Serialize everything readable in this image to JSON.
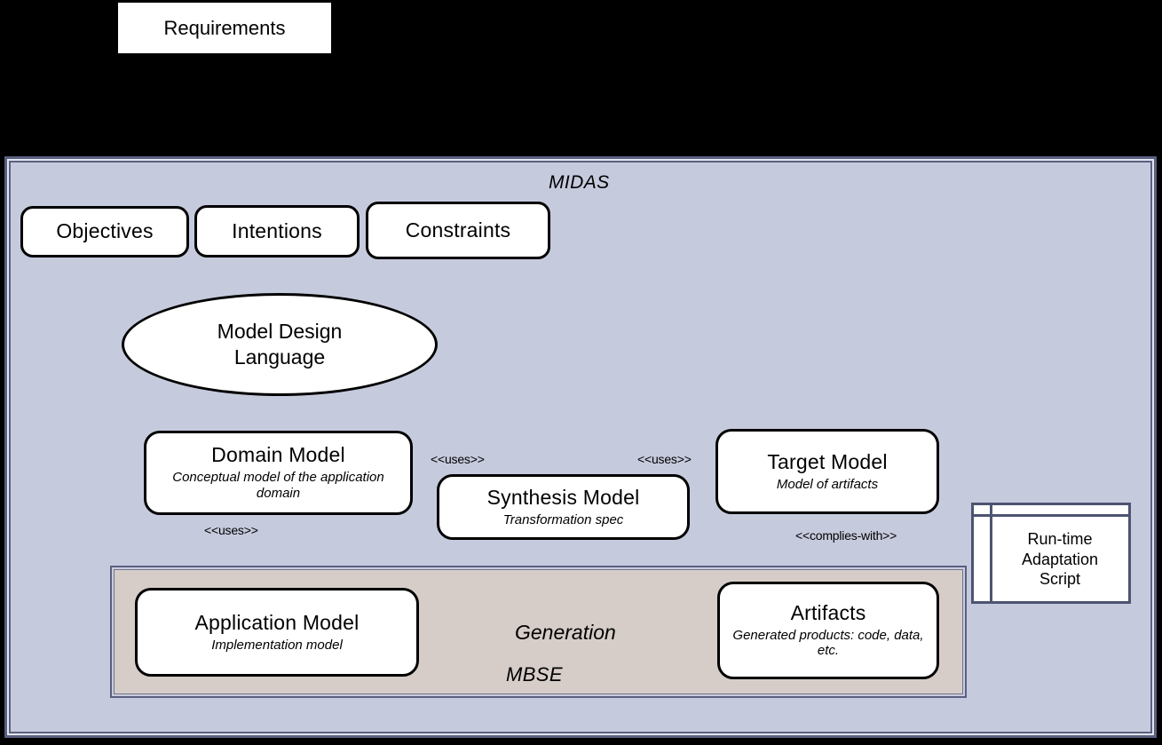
{
  "diagram": {
    "title": "MIDAS / MBSE model-driven adaptation architecture",
    "colors": {
      "background": "#000000",
      "midas_fill": "#c6cadd",
      "mbse_fill": "#d6cdc8",
      "node_fill": "#ffffff",
      "node_stroke": "#000000",
      "container_stroke": "#5a6080",
      "script_stroke": "#4d5472"
    }
  },
  "containers": [
    {
      "name": "midas",
      "label": "MIDAS"
    },
    {
      "name": "mbse",
      "label": "MBSE"
    }
  ],
  "nodes": {
    "requirements": {
      "title": "Requirements",
      "sub": ""
    },
    "objectives": {
      "title": "Objectives",
      "sub": ""
    },
    "intentions": {
      "title": "Intentions",
      "sub": ""
    },
    "constraints": {
      "title": "Constraints",
      "sub": ""
    },
    "mdl": {
      "title_line1": "Model Design",
      "title_line2": "Language"
    },
    "domain_model": {
      "title": "Domain Model",
      "sub": "Conceptual model of the application domain"
    },
    "synthesis_model": {
      "title": "Synthesis Model",
      "sub": "Transformation spec"
    },
    "target_model": {
      "title": "Target Model",
      "sub": "Model of artifacts"
    },
    "application_model": {
      "title": "Application Model",
      "sub": "Implementation model"
    },
    "artifacts": {
      "title": "Artifacts",
      "sub": "Generated products: code, data, etc."
    },
    "runtime_script": {
      "line1": "Run-time",
      "line2": "Adaptation",
      "line3": "Script"
    }
  },
  "edge_labels": {
    "uses_domain_to_app": "<<uses>>",
    "uses_synth_to_domain": "<<uses>>",
    "uses_synth_to_target": "<<uses>>",
    "complies_with": "<<complies-with>>",
    "generation": "Generation"
  }
}
